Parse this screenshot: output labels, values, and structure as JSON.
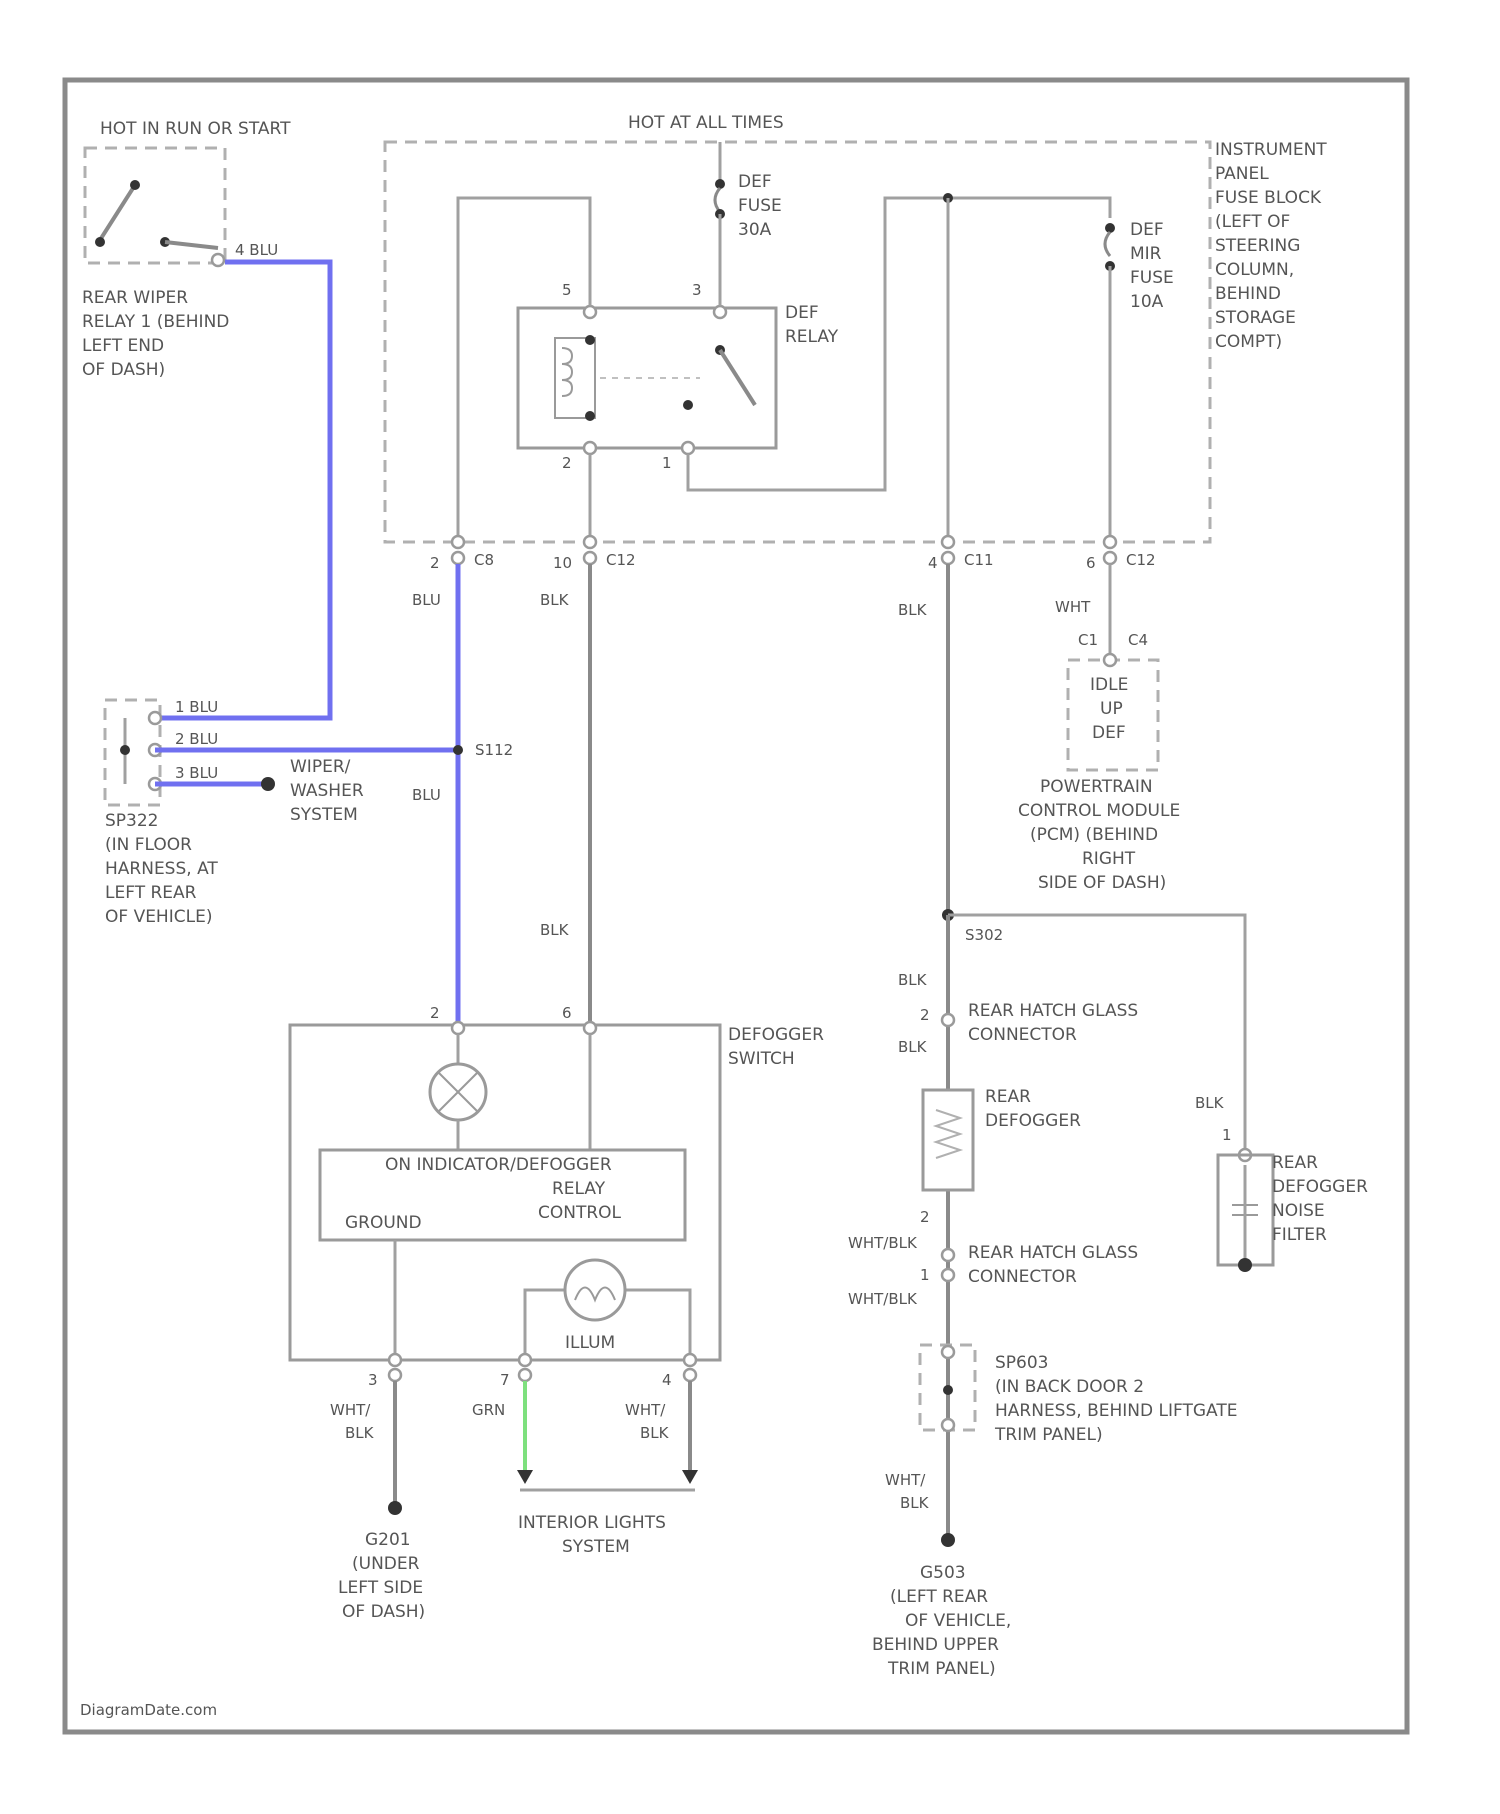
{
  "top_labels": {
    "hot_in_run": "HOT IN RUN OR START",
    "hot_at_all_times": "HOT AT ALL TIMES"
  },
  "fuse_block": [
    "INSTRUMENT",
    "PANEL",
    "FUSE BLOCK",
    "(LEFT OF",
    "STEERING",
    "COLUMN,",
    "BEHIND",
    "STORAGE",
    "COMPT)"
  ],
  "def_fuse_30a": [
    "DEF",
    "FUSE",
    "30A"
  ],
  "def_mir_fuse": [
    "DEF",
    "MIR",
    "FUSE",
    "10A"
  ],
  "def_relay": [
    "DEF",
    "RELAY"
  ],
  "rear_wiper_relay": [
    "REAR WIPER",
    "RELAY 1 (BEHIND",
    "LEFT END",
    "OF DASH)"
  ],
  "sp_left": [
    "SP322",
    "(IN FLOOR",
    "HARNESS, AT",
    "LEFT REAR",
    "OF VEHICLE)"
  ],
  "wiper_washer": [
    "WIPER/",
    "WASHER",
    "SYSTEM"
  ],
  "pcm_inside": [
    "IDLE",
    "UP",
    "DEF"
  ],
  "pcm": [
    "POWERTRAIN",
    "CONTROL MODULE",
    "(PCM) (BEHIND",
    "RIGHT",
    "SIDE OF DASH)"
  ],
  "defogger_switch": [
    "DEFOGGER",
    "SWITCH"
  ],
  "defogger_inner": [
    "ON INDICATOR/DEFOGGER",
    "RELAY",
    "CONTROL"
  ],
  "ground_label": "GROUND",
  "illum_label": "ILLUM",
  "g_left": [
    "G201",
    "(UNDER",
    "LEFT SIDE",
    "OF DASH)"
  ],
  "interior_lights": [
    "INTERIOR LIGHTS",
    "SYSTEM"
  ],
  "hatch_connector_top": [
    "REAR HATCH GLASS",
    "CONNECTOR"
  ],
  "hatch_connector_bottom": [
    "REAR HATCH GLASS",
    "CONNECTOR"
  ],
  "rear_defogger": [
    "REAR",
    "DEFOGGER"
  ],
  "noise_filter": [
    "REAR",
    "DEFOGGER",
    "NOISE",
    "FILTER"
  ],
  "sp_right": [
    "SP603",
    "(IN BACK DOOR 2",
    "HARNESS, BEHIND LIFTGATE",
    "TRIM PANEL)"
  ],
  "g_right": [
    "G503",
    "(LEFT REAR",
    "OF VEHICLE,",
    "BEHIND UPPER",
    "TRIM PANEL)"
  ],
  "watermark": "DiagramDate.com",
  "wire_colors": {
    "relay_out": "4 BLU",
    "c8_top": "BLU",
    "c12_top": "BLK",
    "c11_top": "BLK",
    "c12_right": "WHT",
    "sp_1": "1 BLU",
    "sp_2": "2 BLU",
    "sp_3": "3 BLU",
    "splice_blu": "BLU",
    "mid_blk": "BLK",
    "right_blk1": "BLK",
    "right_blk2": "BLK",
    "noise_blk": "BLK",
    "wht_blk1": "WHT/BLK",
    "wht_blk2": "WHT/BLK",
    "bottom_wht1": "WHT/",
    "bottom_blk1": "BLK",
    "bottom_grn": "GRN",
    "bottom_wht2": "WHT/",
    "bottom_blk2": "BLK",
    "right_wht3": "WHT/",
    "right_blk3": "BLK"
  },
  "connectors": {
    "c8": "C8",
    "c12a": "C12",
    "c11": "C11",
    "c12b": "C12",
    "c1": "C1",
    "c4": "C4",
    "s112": "S112",
    "s302": "S302"
  },
  "pins": {
    "relay_pin_5": "5",
    "relay_pin_3": "3",
    "relay_pin_2": "2",
    "relay_pin_1": "1",
    "c8_pin": "2",
    "c12a_pin": "10",
    "c11_pin": "4",
    "c12b_pin": "6",
    "sw_pin_2": "2",
    "sw_pin_6": "6",
    "sw_pin_3": "3",
    "sw_pin_7": "7",
    "sw_pin_4": "4",
    "hatch_pin_2a": "2",
    "hatch_pin_2b": "2",
    "hatch_pin_1": "1",
    "noise_pin_1": "1",
    "wiper_relay_pin": "4"
  },
  "colors": {
    "blue_wire": "#7070f0",
    "green_wire": "#7ee07e",
    "wire": "#8a8a8a"
  }
}
